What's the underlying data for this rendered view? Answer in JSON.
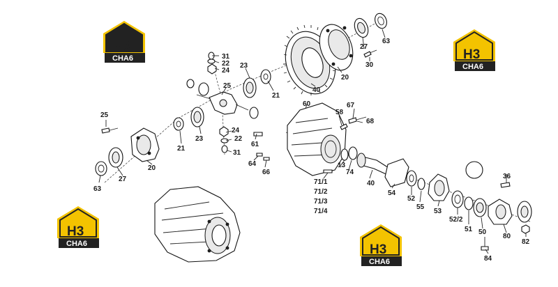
{
  "watermark": {
    "mark": "H3",
    "text": "CHA6"
  },
  "labels": {
    "l31a": "31",
    "l22a": "22",
    "l24a": "24",
    "l23a": "23",
    "l25a": "25",
    "l21a": "21",
    "l40a": "40",
    "l20a": "20",
    "l27a": "27",
    "l30": "30",
    "l63a": "63",
    "l25b": "25",
    "l21b": "21",
    "l23b": "23",
    "l20b": "20",
    "l27b": "27",
    "l63b": "63",
    "l24b": "24",
    "l22b": "22",
    "l31b": "31",
    "l60": "60",
    "l58": "58",
    "l67": "67",
    "l68": "68",
    "l61": "61",
    "l64": "64",
    "l66": "66",
    "l13": "13",
    "l74": "74",
    "l40b": "40",
    "l71_1": "71/1",
    "l71_2": "71/2",
    "l71_3": "71/3",
    "l71_4": "71/4",
    "l54": "54",
    "l52": "52",
    "l55": "55",
    "l53": "53",
    "l52_2": "52/2",
    "l51": "51",
    "l50": "50",
    "l36": "36",
    "l80": "80",
    "l82": "82",
    "l84": "84"
  }
}
